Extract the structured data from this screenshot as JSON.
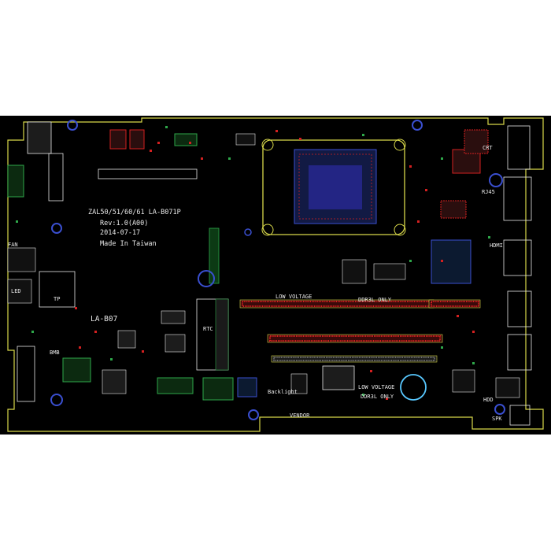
{
  "board": {
    "model": "ZAL50/51/60/61 LA-B071P",
    "revision": "Rev:1.0(A00)",
    "date": "2014-07-17",
    "origin": "Made In Taiwan",
    "sub_label": "LA-B07",
    "colors": {
      "background": "#000000",
      "outline": "#d8d84a",
      "trace_red": "#d42020",
      "trace_green": "#2ea84a",
      "pad_blue": "#3a4fd0",
      "silkscreen": "#e8e8e8",
      "via_cyan": "#58c8ff"
    }
  },
  "labels": {
    "fan": "FAN",
    "tp": "TP",
    "led": "LED",
    "crt": "CRT",
    "rj45": "RJ45",
    "hdmi": "HDMI",
    "hdd": "HDD",
    "spk": "SPK",
    "low_voltage": "LOW VOLTAGE",
    "low_voltage_2": "LOW VOLTAGE",
    "ddr3l_only": "DDR3L ONLY",
    "ddr3l_only_2": "DDR3L ONLY",
    "vendor": "VENDOR",
    "backlight": "Backlight",
    "bmb": "BMB",
    "rtc": "RTC"
  }
}
